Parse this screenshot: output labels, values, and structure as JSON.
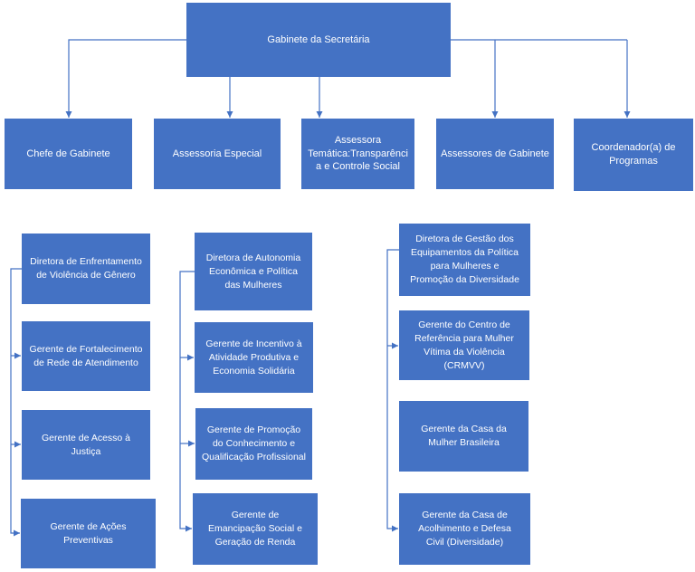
{
  "colors": {
    "box_fill": "#4472C4",
    "box_text": "#FFFFFF",
    "connector": "#4472C4",
    "canvas_bg": "#FFFFFF"
  },
  "org": {
    "root": {
      "label": "Gabinete da Secretária"
    },
    "level2": [
      {
        "label": "Chefe de Gabinete"
      },
      {
        "label": "Assessoria Especial"
      },
      {
        "label": "Assessora Temática:Transparência e Controle Social"
      },
      {
        "label": "Assessores de Gabinete"
      },
      {
        "label": "Coordenador(a) de Programas"
      }
    ],
    "groups": [
      {
        "head": {
          "label": "Diretora de Enfrentamento de Violência de Gênero"
        },
        "children": [
          {
            "label": "Gerente de Fortalecimento de Rede de Atendimento"
          },
          {
            "label": "Gerente de Acesso à Justiça"
          },
          {
            "label": "Gerente de Ações Preventivas"
          }
        ]
      },
      {
        "head": {
          "label": "Diretora de Autonomia Econômica e Política das Mulheres"
        },
        "children": [
          {
            "label": "Gerente de Incentivo à Atividade Produtiva e Economia Solidária"
          },
          {
            "label": "Gerente de Promoção do Conhecimento e Qualificação Profissional"
          },
          {
            "label": "Gerente de Emancipação Social e Geração de Renda"
          }
        ]
      },
      {
        "head": {
          "label": "Diretora de Gestão dos Equipamentos da Política para Mulheres e Promoção da Diversidade"
        },
        "children": [
          {
            "label": "Gerente do Centro de Referência para Mulher Vítima da Violência (CRMVV)"
          },
          {
            "label": "Gerente da Casa da Mulher Brasileira"
          },
          {
            "label": "Gerente da Casa de Acolhimento e Defesa Civil (Diversidade)"
          }
        ]
      }
    ]
  }
}
